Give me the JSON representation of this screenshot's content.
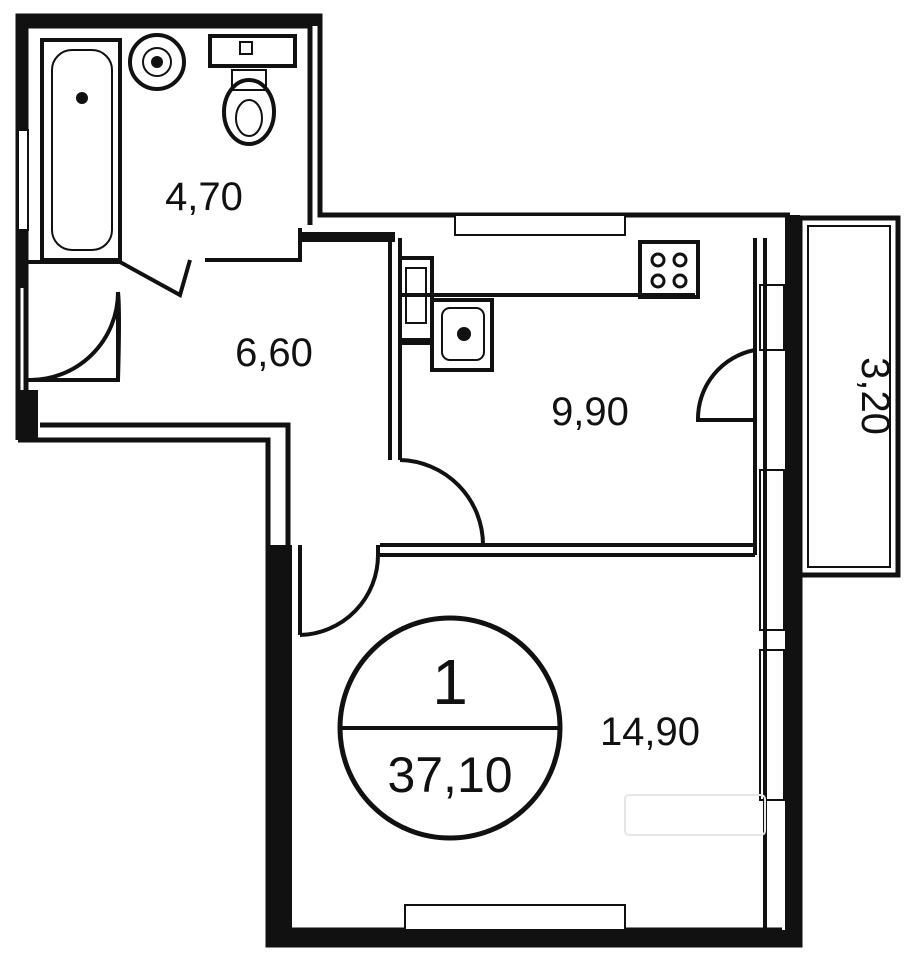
{
  "floor_plan": {
    "rooms": [
      {
        "id": "bathroom",
        "area": "4,70"
      },
      {
        "id": "hallway",
        "area": "6,60"
      },
      {
        "id": "kitchen",
        "area": "9,90"
      },
      {
        "id": "living_room",
        "area": "14,90"
      },
      {
        "id": "balcony",
        "area": "3,20"
      }
    ],
    "badge": {
      "room_count": "1",
      "total_area": "37,10"
    },
    "colors": {
      "wall": "#111111",
      "background": "#ffffff",
      "watermark": "#e6e6e6"
    }
  }
}
